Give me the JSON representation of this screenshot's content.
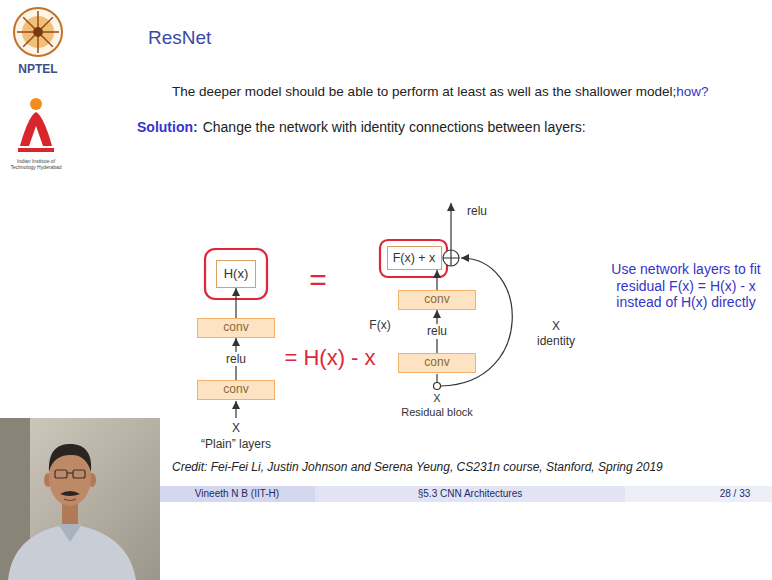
{
  "diagram": {
    "title": "ResNet",
    "nodes": [
      {
        "text": [
          "H(x)"
        ]
      },
      {
        "text": [
          "conv"
        ]
      },
      {
        "text": [
          "conv"
        ]
      },
      {
        "text": [
          "F(x) + x"
        ]
      },
      {
        "text": [
          "conv"
        ]
      },
      {
        "text": [
          "conv"
        ]
      }
    ],
    "edges": [
      {
        "from": 2,
        "to": 1,
        "arrow": "to",
        "label": "relu"
      },
      {
        "from": 1,
        "to": 0,
        "arrow": "to"
      },
      {
        "from": 5,
        "to": 4,
        "arrow": "to",
        "label": "relu"
      },
      {
        "from": 4,
        "to": 3,
        "arrow": "to"
      }
    ],
    "labels": [
      "NPTEL",
      "Indian Institute of Technology Hyderabad",
      "The deeper model should be able to perform at least as well as the shallower model;",
      "how?",
      "Solution:",
      "Change the network with identity connections between layers:",
      "X",
      "“Plain” layers",
      "=",
      "relu",
      "F(x)",
      "= H(x) - x",
      "X",
      "identity",
      "X",
      "Residual block",
      "Use network layers to fit residual F(x) = H(x) - x instead of H(x) directly",
      "Credit: Fei-Fei Li, Justin Johnson and Serena Yeung, CS231n course, Stanford, Spring 2019",
      "Vineeth N B (IIT-H)",
      "§5.3 CNN Architectures",
      "28 / 33"
    ]
  }
}
